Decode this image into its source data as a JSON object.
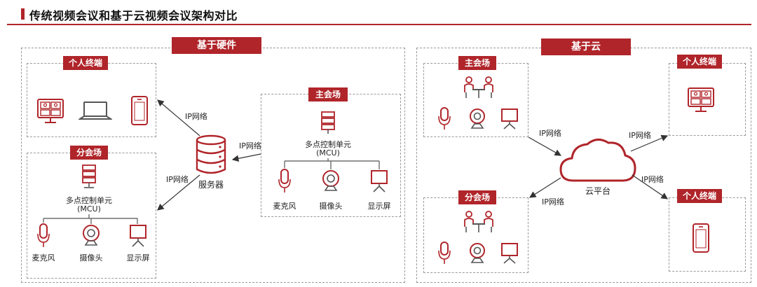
{
  "title": "传统视频会议和基于云视频会议架构对比",
  "hardware": {
    "header": "基于硬件",
    "personal_terminal": "个人终端",
    "branch_venue": "分会场",
    "main_venue": "主会场",
    "server": "服务器",
    "mcu_line1": "多点控制单元",
    "mcu_line2": "(MCU)",
    "microphone": "麦克风",
    "camera": "摄像头",
    "display": "显示屏",
    "ip_network": "IP网络"
  },
  "cloud": {
    "header": "基于云",
    "main_venue": "主会场",
    "branch_venue": "分会场",
    "personal_terminal": "个人终端",
    "cloud_platform": "云平台",
    "ip_network": "IP网络"
  },
  "colors": {
    "accent": "#b0252a",
    "border": "#9a9a9a"
  }
}
